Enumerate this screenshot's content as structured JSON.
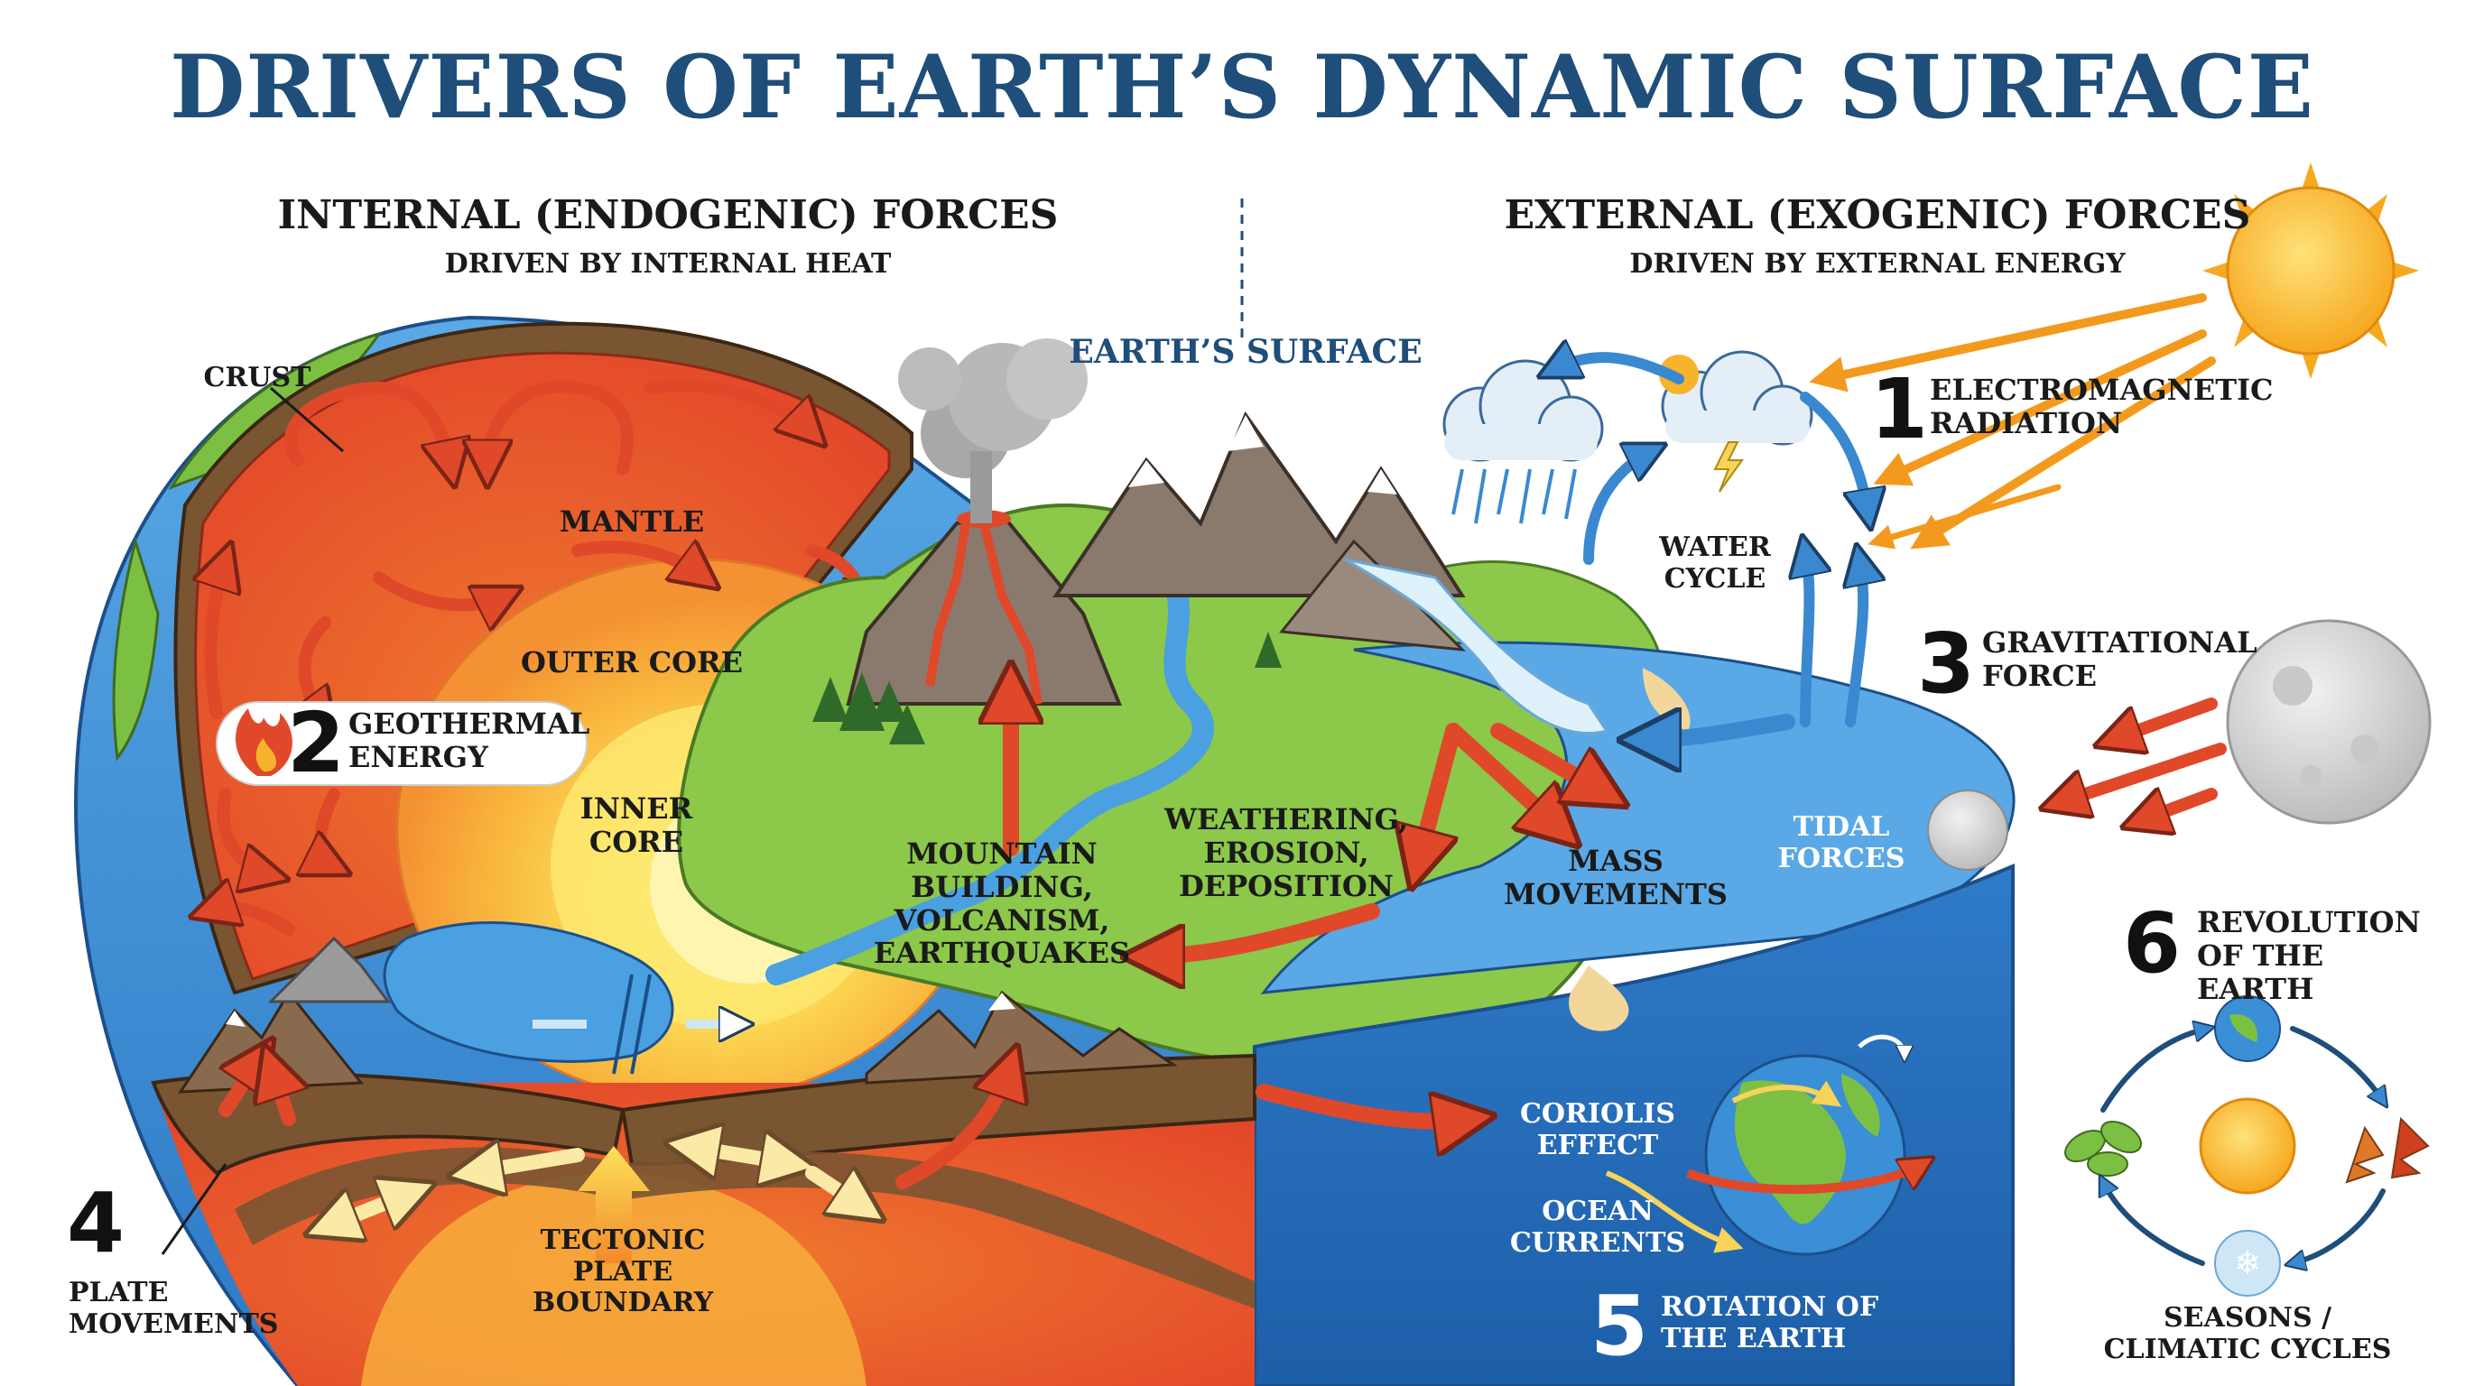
{
  "title": "DRIVERS OF EARTH’S DYNAMIC SURFACE",
  "internal": {
    "heading": "INTERNAL (ENDOGENIC) FORCES",
    "subheading": "DRIVEN BY INTERNAL HEAT"
  },
  "external": {
    "heading": "EXTERNAL (EXOGENIC) FORCES",
    "subheading": "DRIVEN BY EXTERNAL ENERGY"
  },
  "surface_label": "EARTH’S SURFACE",
  "layers": {
    "crust": "CRUST",
    "mantle": "MANTLE",
    "outer_core": "OUTER CORE",
    "inner_core": "INNER\nCORE"
  },
  "drivers": {
    "d1": {
      "number": "1",
      "label": "ELECTROMAGNETIC\nRADIATION"
    },
    "d2": {
      "number": "2",
      "label": "GEOTHERMAL\nENERGY"
    },
    "d3": {
      "number": "3",
      "label": "GRAVITATIONAL\nFORCE"
    },
    "d4": {
      "number": "4",
      "label": "PLATE\nMOVEMENTS"
    },
    "d5": {
      "number": "5",
      "label": "ROTATION OF\nTHE EARTH"
    },
    "d6": {
      "number": "6",
      "label": "REVOLUTION\nOF THE EARTH"
    }
  },
  "processes": {
    "water_cycle": "WATER\nCYCLE",
    "mountain_building": "MOUNTAIN\nBUILDING,\nVOLCANISM,\nEARTHQUAKES",
    "weathering": "WEATHERING,\nEROSION,\nDEPOSITION",
    "mass_movements": "MASS\nMOVEMENTS",
    "tidal_forces": "TIDAL\nFORCES",
    "tectonic_boundary": "TECTONIC PLATE\nBOUNDARY",
    "coriolis": "CORIOLIS\nEFFECT",
    "ocean_currents": "OCEAN\nCURRENTS",
    "seasons": "SEASONS /\nCLIMATIC CYCLES"
  },
  "colors": {
    "title": "#1e4e79",
    "mantle": "#e8502a",
    "outer_core": "#f6b13a",
    "inner_core": "#fde15a",
    "ocean": "#3a8fd6",
    "deep_ocean": "#2068b6",
    "land": "#7cc043",
    "rock": "#8a7a6e",
    "arrow_red": "#e0482a",
    "arrow_blue": "#3a88d0",
    "arrow_orange": "#f39a1e",
    "sun": "#f7b32b"
  },
  "icons": [
    "fire-icon",
    "sun-icon",
    "moon-icon",
    "cloud-icon",
    "rain-cloud-icon",
    "lightning-icon",
    "leaf-icon",
    "autumn-leaf-icon",
    "snowflake-icon",
    "globe-icon",
    "volcano-icon",
    "mountain-icon",
    "tree-icon"
  ]
}
